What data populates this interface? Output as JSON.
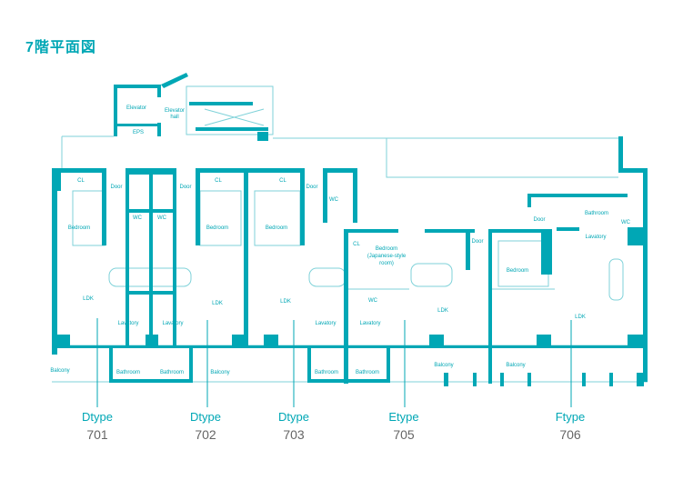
{
  "title": "7階平面図",
  "accent_color": "#00a7b5",
  "core": {
    "elevator": "Elevator",
    "elevator_hall_1": "Elevator",
    "elevator_hall_2": "hall",
    "eps": "EPS"
  },
  "rooms": {
    "cl": "CL",
    "door": "Door",
    "wc": "WC",
    "bedroom": "Bedroom",
    "ldk": "LDK",
    "lavatory": "Lavatory",
    "bathroom": "Bathroom",
    "balcony": "Balcony",
    "japanese_1": "Bedroom",
    "japanese_2": "(Japanese-style",
    "japanese_3": "room)"
  },
  "units": [
    {
      "type": "Dtype",
      "number": "701"
    },
    {
      "type": "Dtype",
      "number": "702"
    },
    {
      "type": "Dtype",
      "number": "703"
    },
    {
      "type": "Etype",
      "number": "705"
    },
    {
      "type": "Ftype",
      "number": "706"
    }
  ]
}
